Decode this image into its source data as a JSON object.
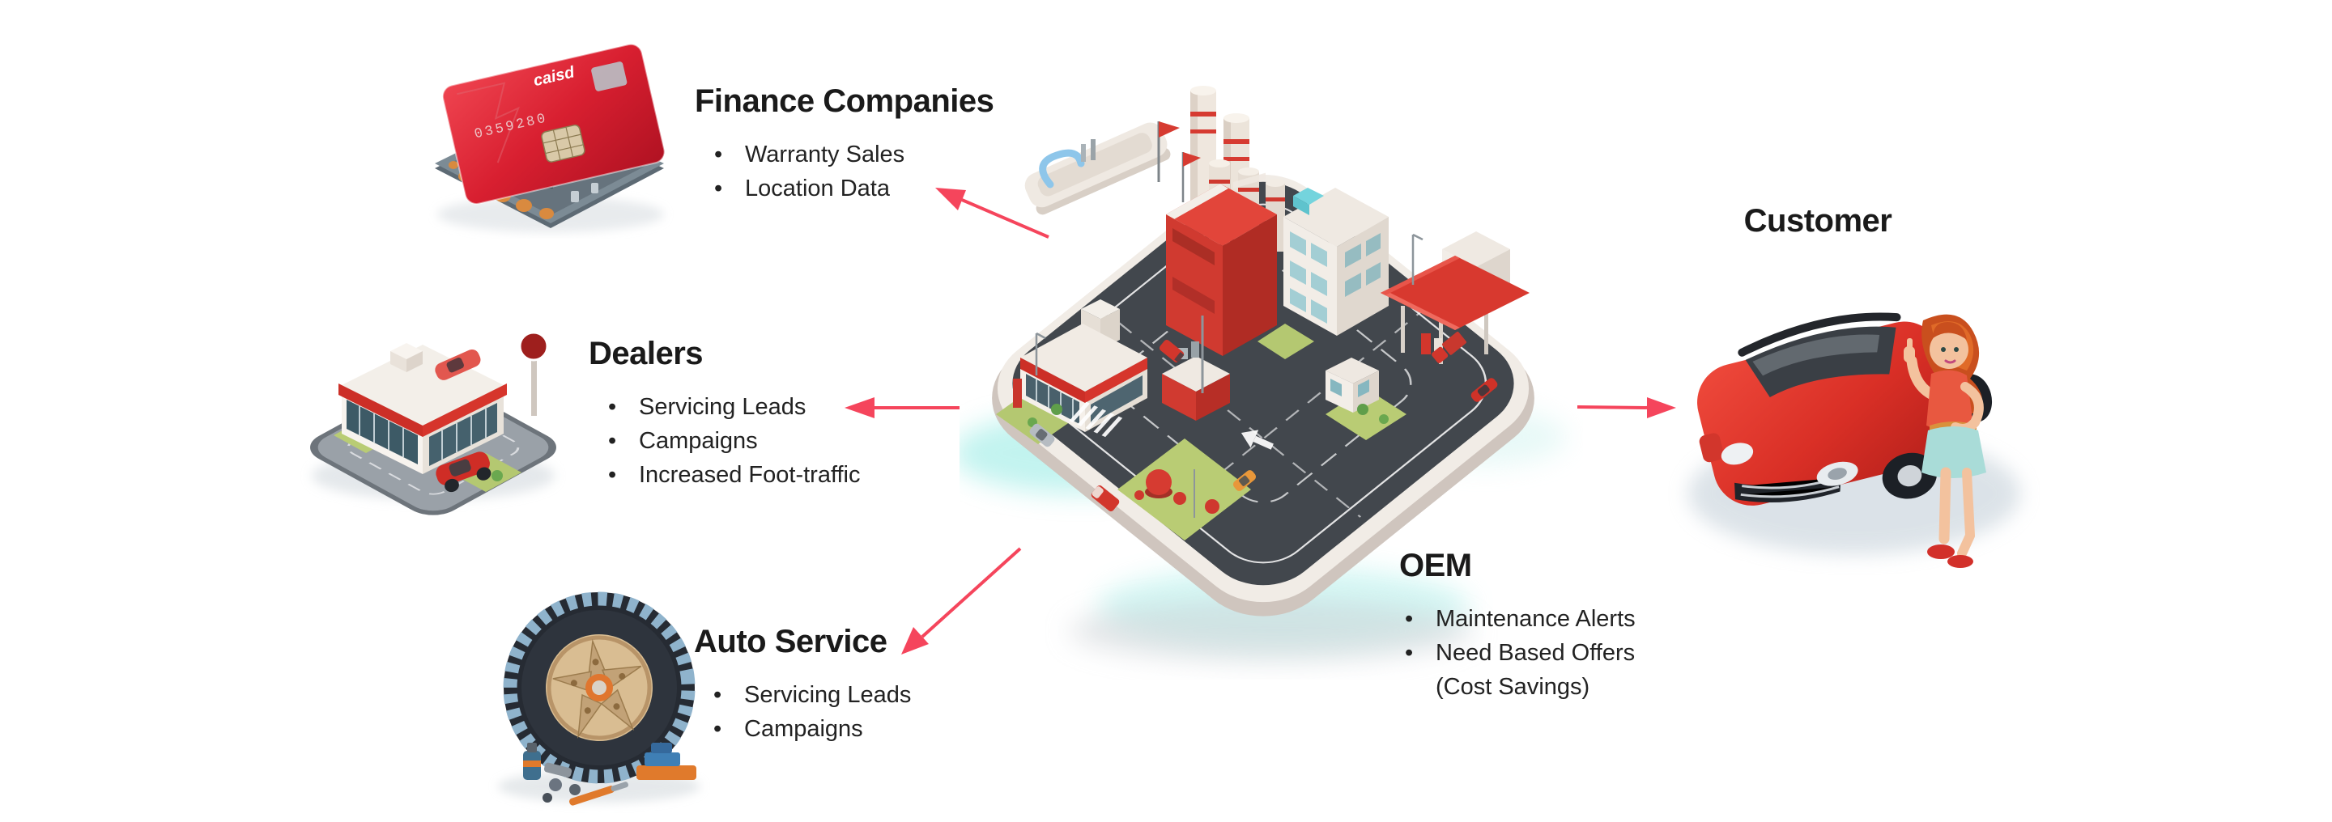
{
  "theme": {
    "background": "#ffffff",
    "text": "#1a1a1a",
    "arrow": "#f5455c",
    "accent_red": "#d8392f",
    "platform_asphalt": "#42474d",
    "lawn_green": "#b9cc74",
    "glow_cyan": "#86e8e0"
  },
  "nodes": {
    "finance": {
      "title": "Finance Companies",
      "bullets": [
        "Warranty Sales",
        "Location Data"
      ],
      "icon": "credit-card-on-circuit-board"
    },
    "dealers": {
      "title": "Dealers",
      "bullets": [
        "Servicing Leads",
        "Campaigns",
        "Increased Foot-traffic"
      ],
      "icon": "dealership-building"
    },
    "auto_service": {
      "title": "Auto Service",
      "bullets": [
        "Servicing Leads",
        "Campaigns"
      ],
      "icon": "tire-with-tools"
    },
    "oem": {
      "title": "OEM",
      "bullets": [
        "Maintenance Alerts",
        "Need Based Offers (Cost Savings)"
      ],
      "icon": "isometric-factory-campus"
    },
    "customer": {
      "title": "Customer",
      "icon": "woman-with-red-car"
    }
  },
  "card_art": {
    "brand": "caisd",
    "number": "0359280"
  }
}
